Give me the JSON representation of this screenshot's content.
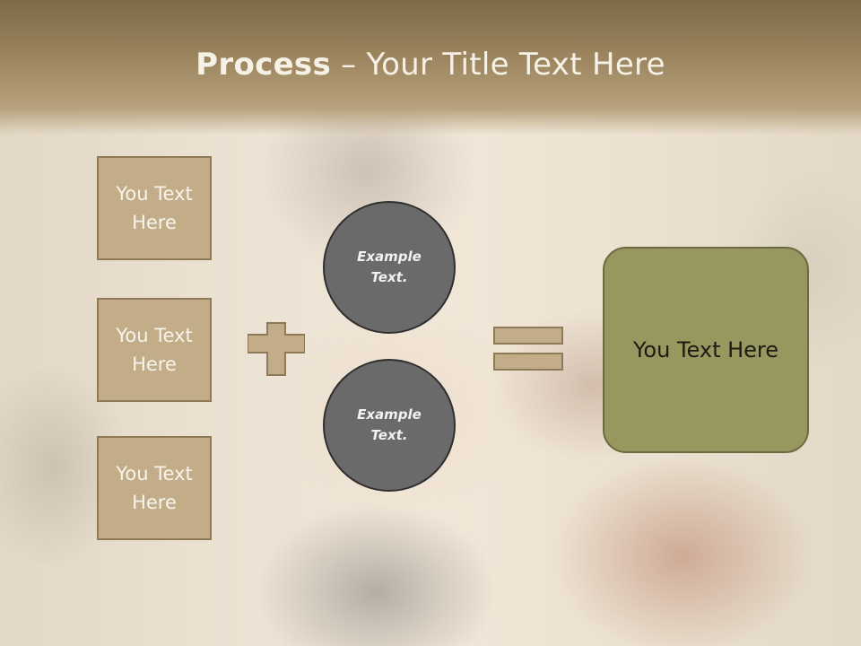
{
  "slide": {
    "title_bold": "Process",
    "title_rest": " – Your Title Text Here",
    "boxes": [
      "You Text Here",
      "You Text Here",
      "You Text Here"
    ],
    "circles": [
      "Example Text.",
      "Example Text."
    ],
    "result": "You Text Here"
  },
  "colors": {
    "title_band": "#9e8760",
    "box_fill": "#c2ad88",
    "box_border": "#8f7a57",
    "circle_fill": "#6a6a6a",
    "result_fill": "#98975f"
  },
  "icons": [
    "plus-icon",
    "equals-icon"
  ]
}
